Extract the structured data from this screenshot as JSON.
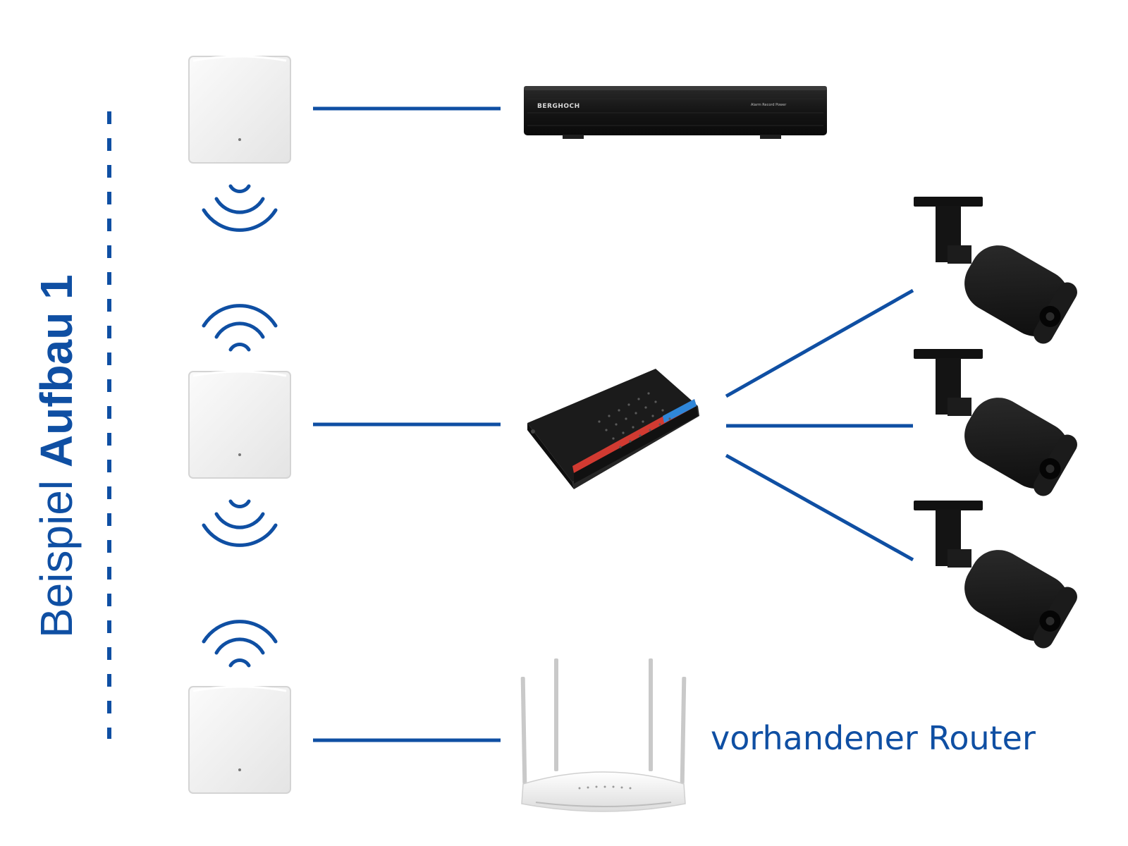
{
  "title": {
    "prefix": "Beispiel ",
    "emphasis": "Aufbau 1"
  },
  "devices": {
    "nvr_brand": "BERGHOCH",
    "nvr_buttons": "Alarm  Record  Power",
    "router_label": "vorhandener Router"
  },
  "colors": {
    "accent": "#0f4fa3",
    "device_dark": "#111111",
    "device_white": "#f1f1f1"
  },
  "icons": [
    "wifi-signal-icon",
    "wireless-bridge",
    "nvr-recorder",
    "poe-switch",
    "bullet-camera",
    "wifi-router"
  ]
}
